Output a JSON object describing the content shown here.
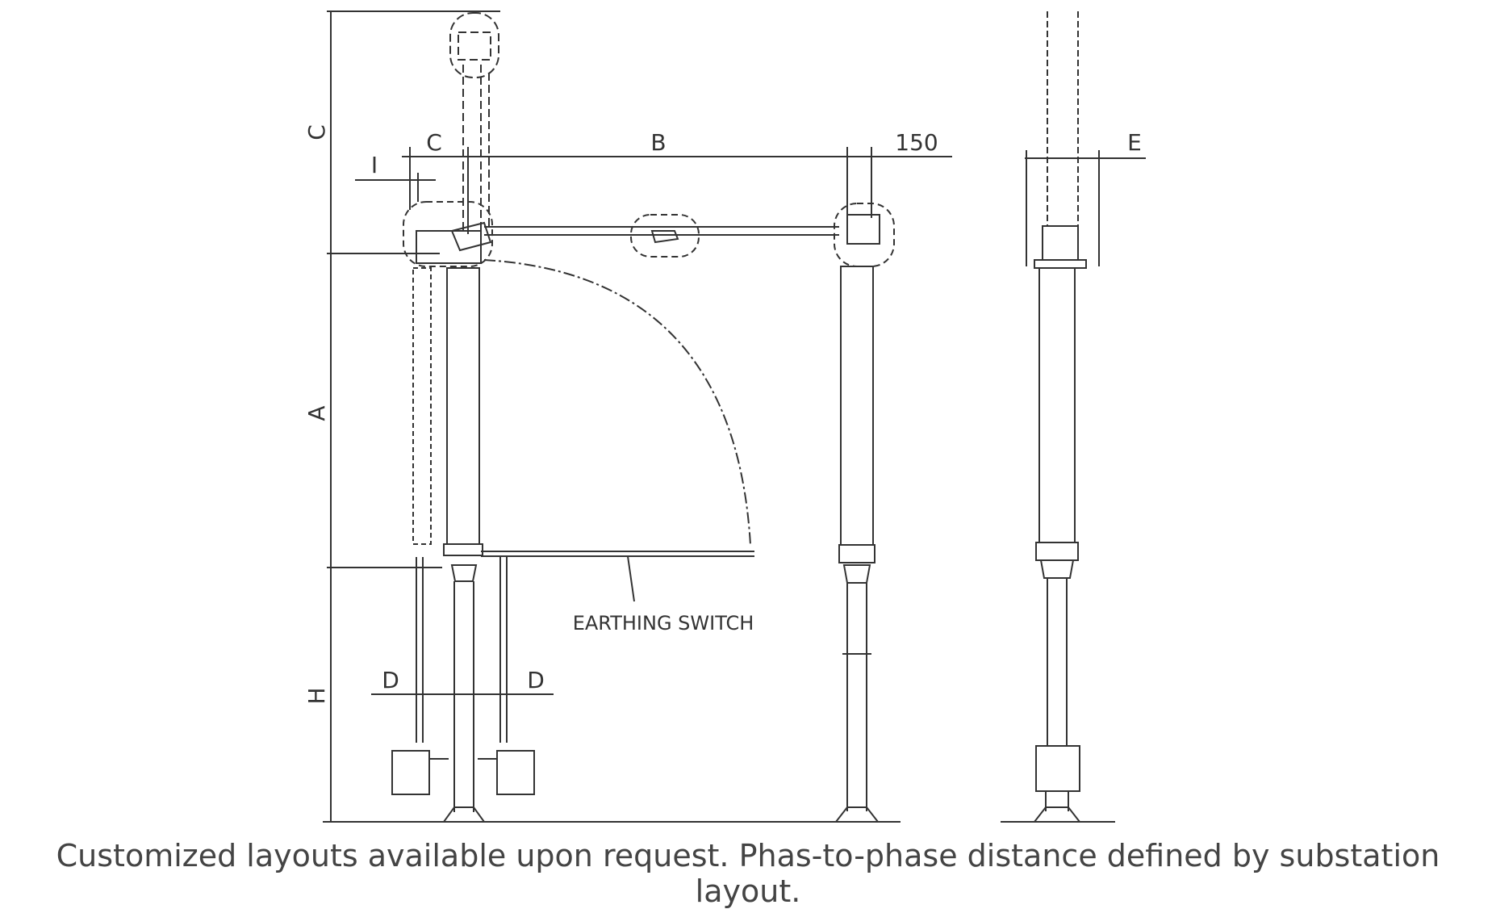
{
  "labels": {
    "dim_c_vertical": "C",
    "dim_c_horizontal": "C",
    "dim_b": "B",
    "dim_150": "150",
    "dim_i": "I",
    "dim_a": "A",
    "dim_h": "H",
    "dim_d_left": "D",
    "dim_d_right": "D",
    "dim_e": "E",
    "earthing_switch": "EARTHING SWITCH"
  },
  "caption": "Customized layouts available upon request. Phas-to-phase distance defined by substation layout.",
  "colors": {
    "line": "#333333",
    "text": "#333333",
    "caption": "#444444"
  }
}
